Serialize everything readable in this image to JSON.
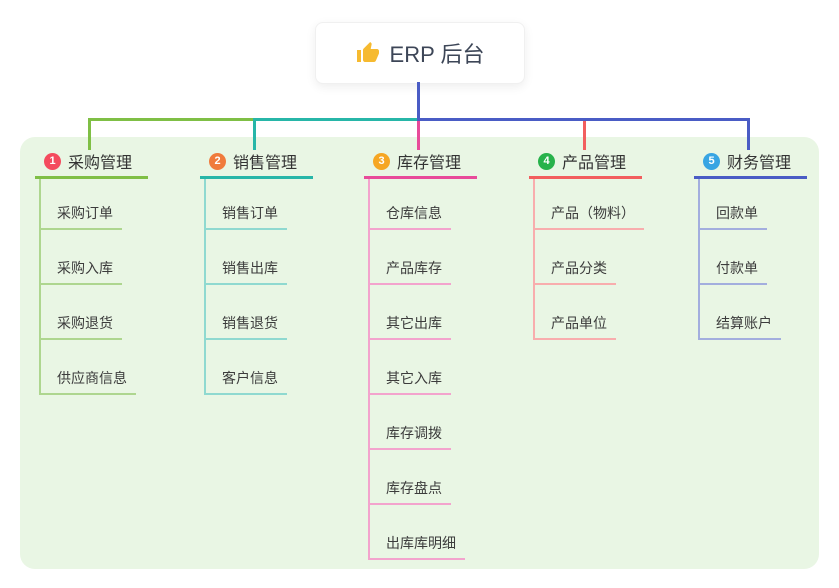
{
  "root_node": {
    "icon": "thumbs-up",
    "label": "ERP 后台"
  },
  "colors": {
    "canvas_bg": "#e9f6e4",
    "root_connector": "#4a5cc5",
    "icon_color": "#f6ba30"
  },
  "branches": [
    {
      "number": "1",
      "label": "采购管理",
      "badge_color": "#f44b5e",
      "line_color": "#7fbf45",
      "line_color_light": "#aed68f",
      "children": [
        "采购订单",
        "采购入库",
        "采购退货",
        "供应商信息"
      ]
    },
    {
      "number": "2",
      "label": "销售管理",
      "badge_color": "#f07b3c",
      "line_color": "#27b6a8",
      "line_color_light": "#8fd9d0",
      "children": [
        "销售订单",
        "销售出库",
        "销售退货",
        "客户信息"
      ]
    },
    {
      "number": "3",
      "label": "库存管理",
      "badge_color": "#f6a623",
      "line_color": "#e84b9a",
      "line_color_light": "#f3a3cd",
      "children": [
        "仓库信息",
        "产品库存",
        "其它出库",
        "其它入库",
        "库存调拨",
        "库存盘点",
        "出库库明细"
      ]
    },
    {
      "number": "4",
      "label": "产品管理",
      "badge_color": "#27b24b",
      "line_color": "#f25e5e",
      "line_color_light": "#f8adad",
      "children": [
        "产品（物料）",
        "产品分类",
        "产品单位"
      ]
    },
    {
      "number": "5",
      "label": "财务管理",
      "badge_color": "#38a5e3",
      "line_color": "#4a5cc5",
      "line_color_light": "#a3aede",
      "children": [
        "回款单",
        "付款单",
        "结算账户"
      ]
    }
  ]
}
